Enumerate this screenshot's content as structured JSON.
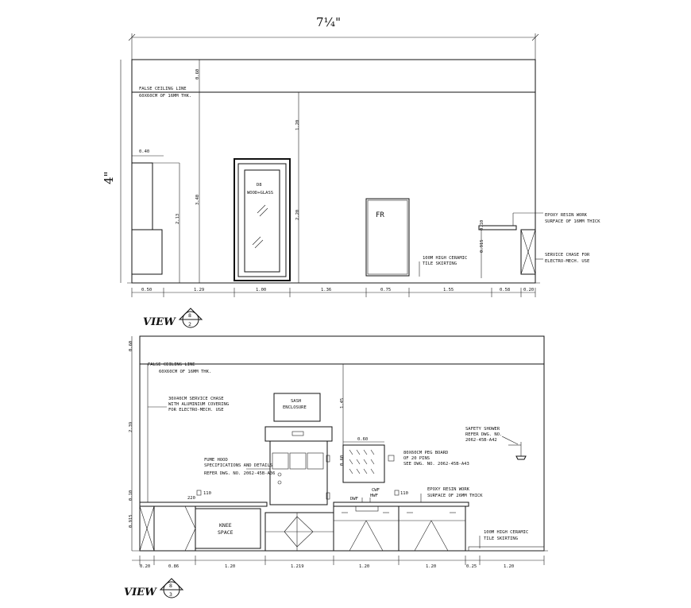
{
  "top_view": {
    "overall_width": "7¼\"",
    "overall_height": "4\"",
    "ceiling_dim": "0.60",
    "false_ceiling_line": "FALSE CEILING LINE",
    "false_ceiling_spec": "60X60CM OF 16MM THK.",
    "dim_040": "0.40",
    "dim_213": "2.13",
    "dim_340": "3.40",
    "dim_120": "1.20",
    "dim_220": "2.20",
    "door_label_1": "D8",
    "door_label_2": "WOOD+GLASS",
    "fridge_label": "FR",
    "skirting_1": "100M HIGH CERAMIC",
    "skirting_2": "TILE SKIRTING",
    "epoxy_1": "EPOXY RESIN WORK",
    "epoxy_2": "SURFACE OF 16MM THICK",
    "chase_1": "SERVICE CHASE FOR",
    "chase_2": "ELECTRO-MECH. USE",
    "dim_010": "0.10",
    "dim_0915": "0.915",
    "bottom_dims": [
      "0.50",
      "1.29",
      "1.00",
      "1.36",
      "0.75",
      "1.55",
      "0.58",
      "0.20"
    ],
    "view_label": "VIEW",
    "view_num": "8",
    "view_sheet": "2"
  },
  "bottom_view": {
    "ceiling_dim": "0.60",
    "false_ceiling_line": "FALSE CEILING LINE",
    "false_ceiling_spec": "60X60CM OF 16MM THK.",
    "dim_239": "2.39",
    "dim_010": "0.10",
    "dim_0915": "0.915",
    "chase_1": "30X40CM SERVICE CHASE",
    "chase_2": "WITH ALUMINIUM COVERING",
    "chase_3": "FOR ELECTRO-MECH. USE",
    "sash_1": "SASH",
    "sash_2": "ENCLOSURE",
    "dim_145": "1.45",
    "dim_060a": "0.60",
    "dim_060b": "0.60",
    "peg_1": "80X60CM PEG BOARD",
    "peg_2": "OF 20 PINS",
    "peg_3": "SEE DWG. NO. 2062-45B-A43",
    "fume_1": "FUME HOOD",
    "fume_2": "SPECIFICATIONS AND DETAILS",
    "fume_3": "REFER DWG. NO. 2062-45B-A36",
    "shower_1": "SAFETY SHOWER",
    "shower_2": "REFER DWG. NO.",
    "shower_3": "2062-45B-A42",
    "epoxy_1": "EPOXY RESIN WORK",
    "epoxy_2": "SURFACE OF 26MM THICK",
    "knee_1": "KNEE",
    "knee_2": "SPACE",
    "dwf": "DWF",
    "cwf": "CWF",
    "hwf": "HWF",
    "tag_220": "220",
    "tag_110a": "110",
    "tag_110b": "110",
    "skirting_1": "100M HIGH CERAMIC",
    "skirting_2": "TILE SKIRTING",
    "bottom_dims": [
      "0.20",
      "0.86",
      "1.20",
      "1.219",
      "1.20",
      "1.20",
      "0.25",
      "1.20"
    ],
    "view_label": "VIEW",
    "view_num": "8",
    "view_sheet": "3"
  }
}
